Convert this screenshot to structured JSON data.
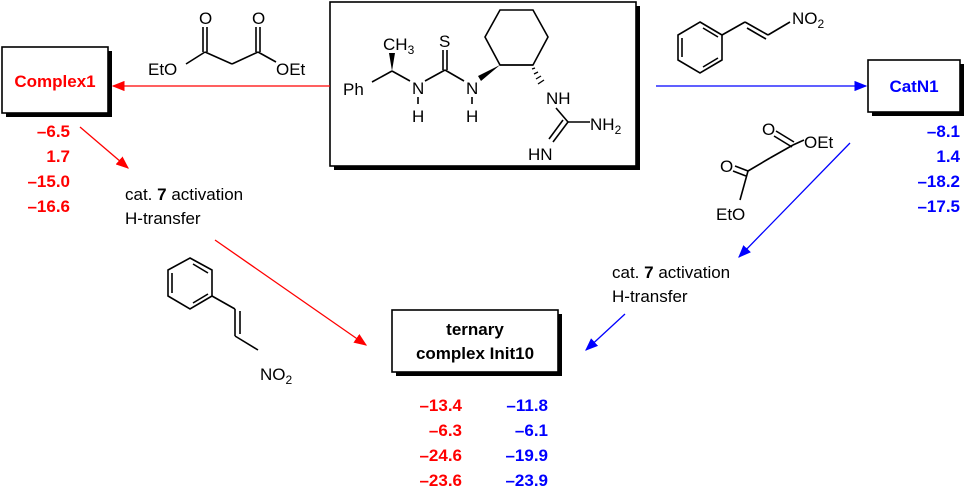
{
  "colors": {
    "red": "#ff0000",
    "blue": "#0000ff"
  },
  "catalyst": {
    "labels": {
      "ph": "Ph",
      "ch3": "CH",
      "ch3_sub": "3",
      "s": "S",
      "n1": "N",
      "h1": "H",
      "n2": "N",
      "h2": "H",
      "nh": "NH",
      "nh2": "NH",
      "nh2_sub": "2",
      "hn": "HN"
    }
  },
  "malonate_left": {
    "o1": "O",
    "o2": "O",
    "eto": "EtO",
    "oet": "OEt"
  },
  "malonate_right": {
    "o1": "O",
    "o2": "O",
    "eto": "EtO",
    "oet": "OEt"
  },
  "nitrostyrene_top": {
    "no2": "NO",
    "no2_sub": "2"
  },
  "nitrostyrene_bottom": {
    "no2": "NO",
    "no2_sub": "2"
  },
  "complex1": {
    "title": "Complex1",
    "values": [
      "–6.5",
      "1.7",
      "–15.0",
      "–16.6"
    ]
  },
  "catn1": {
    "title": "CatN1",
    "values": [
      "–8.1",
      "1.4",
      "–18.2",
      "–17.5"
    ]
  },
  "left_step": {
    "line1_pre": "cat. ",
    "line1_bold": "7",
    "line1_post": " activation",
    "line2": "H-transfer"
  },
  "right_step": {
    "line1_pre": "cat. ",
    "line1_bold": "7",
    "line1_post": " activation",
    "line2": "H-transfer"
  },
  "ternary": {
    "title1": "ternary",
    "title2": "complex Init10",
    "red_values": [
      "–13.4",
      "–6.3",
      "–24.6",
      "–23.6"
    ],
    "blue_values": [
      "–11.8",
      "–6.1",
      "–19.9",
      "–23.9"
    ]
  }
}
